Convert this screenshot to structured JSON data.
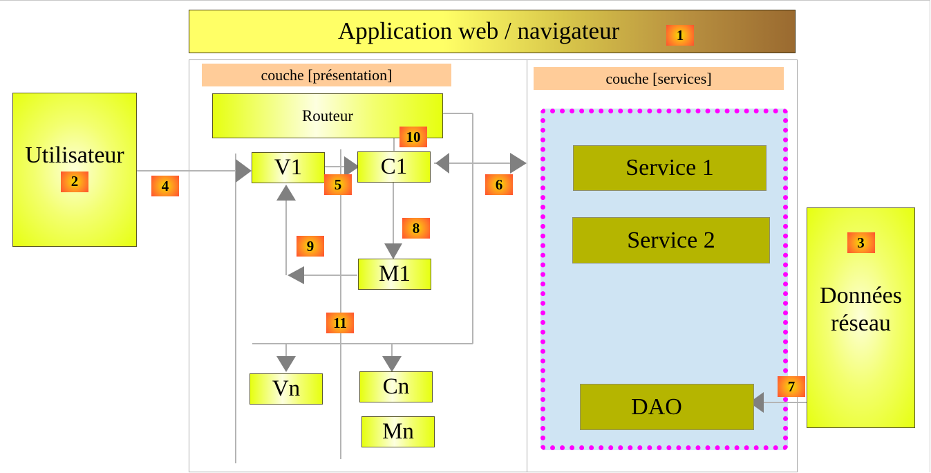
{
  "title": {
    "label": "Application web / navigateur",
    "badge": "1"
  },
  "actors": {
    "user": {
      "label": "Utilisateur",
      "badge": "2"
    },
    "data": {
      "line1": "Données",
      "line2": "réseau",
      "badge": "3"
    }
  },
  "presentation": {
    "layer_label": "couche [présentation]",
    "router": "Routeur",
    "v1": "V1",
    "c1": "C1",
    "m1": "M1",
    "vn": "Vn",
    "cn": "Cn",
    "mn": "Mn"
  },
  "services": {
    "layer_label": "couche [services]",
    "service1": "Service 1",
    "service2": "Service 2",
    "dao": "DAO"
  },
  "steps": {
    "s4": "4",
    "s5": "5",
    "s6": "6",
    "s7": "7",
    "s8": "8",
    "s9": "9",
    "s10": "10",
    "s11": "11"
  },
  "colors": {
    "node_yellow": "#e6ff10",
    "service_olive": "#b5b500",
    "layer_label_bg": "#ffcc99",
    "service_container_bg": "#cfe4f3",
    "service_container_border": "#ff00ff",
    "arrow_gray": "#808080",
    "badge_orange": "#ff5030"
  }
}
